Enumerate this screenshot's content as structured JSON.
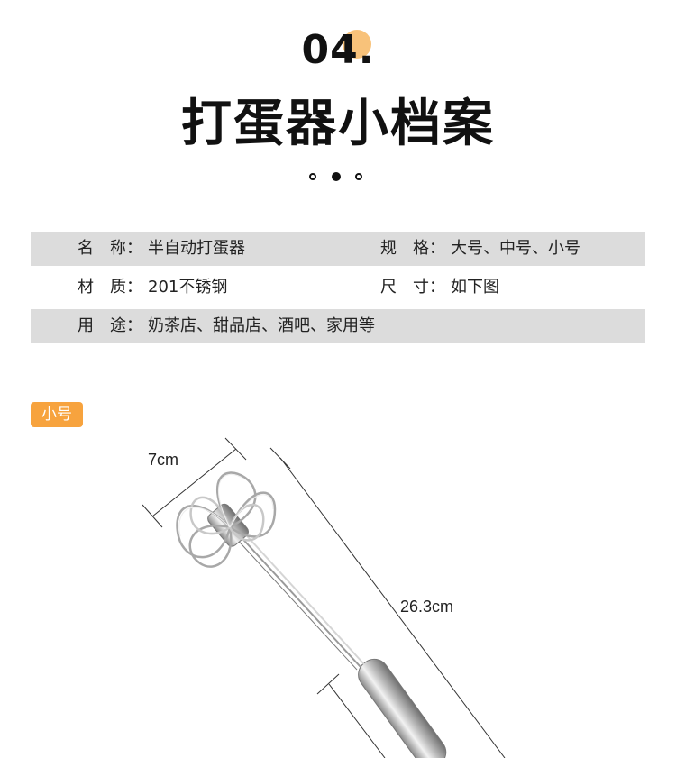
{
  "section": {
    "number": "04."
  },
  "title": "打蛋器小档案",
  "specs": {
    "name_label": "名　称：",
    "name_value": "半自动打蛋器",
    "spec_label": "规　格：",
    "spec_value": "大号、中号、小号",
    "material_label": "材　质：",
    "material_value": "201不锈钢",
    "size_label": "尺　寸：",
    "size_value": "如下图",
    "use_label": "用　途：",
    "use_value": "奶茶店、甜品店、酒吧、家用等"
  },
  "product": {
    "size_badge": "小号",
    "width_dim": "7cm",
    "length_dim": "26.3cm"
  },
  "colors": {
    "accent": "#f7a33e",
    "accent_light": "#f8c27a",
    "row_shade": "#dcdcdc"
  }
}
